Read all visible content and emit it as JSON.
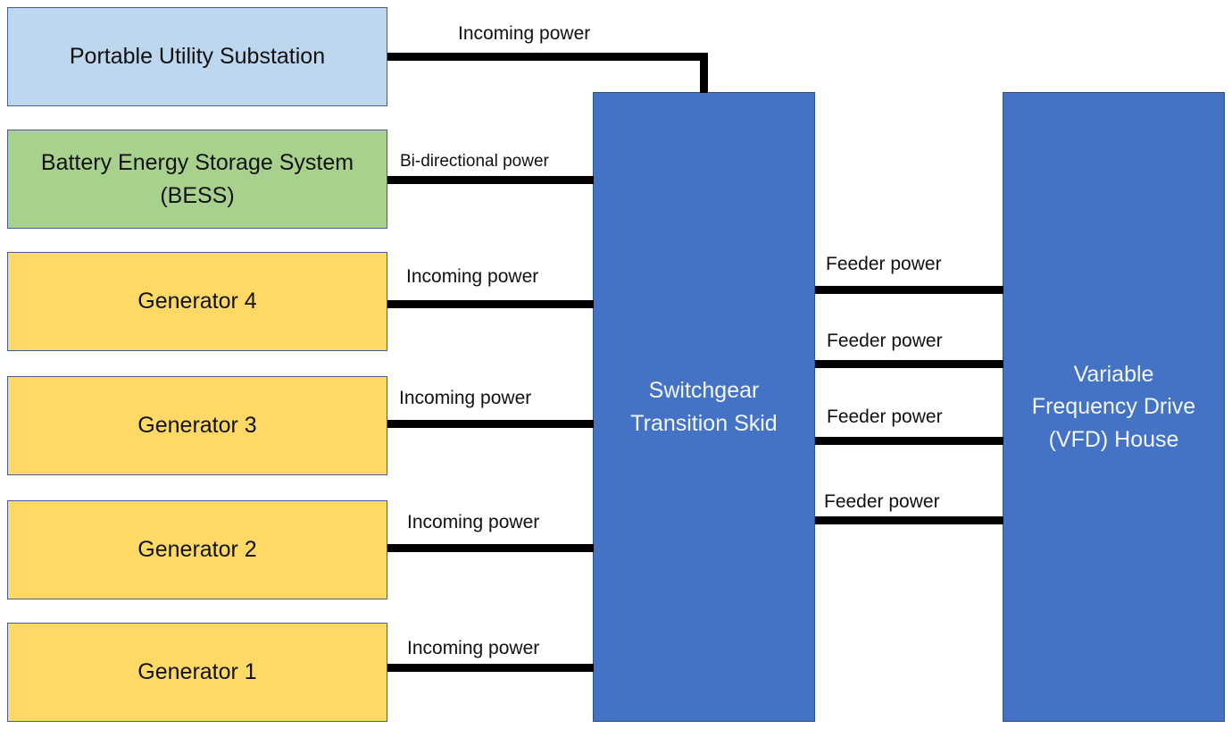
{
  "sources": {
    "substation": {
      "label": "Portable Utility Substation",
      "color": "#bdd7ee"
    },
    "bess": {
      "line1": "Battery Energy Storage System",
      "line2": "(BESS)",
      "color": "#a9d18e"
    },
    "generators": [
      {
        "label": "Generator 4",
        "color": "#ffd966"
      },
      {
        "label": "Generator 3",
        "color": "#ffd966"
      },
      {
        "label": "Generator 2",
        "color": "#ffd966"
      },
      {
        "label": "Generator 1",
        "color": "#ffd966"
      }
    ]
  },
  "switchgear": {
    "line1": "Switchgear",
    "line2": "Transition Skid",
    "color": "#4472c4"
  },
  "vfd": {
    "line1": "Variable",
    "line2": "Frequency Drive",
    "line3": "(VFD) House",
    "color": "#4472c4"
  },
  "connections": {
    "substation": "Incoming power",
    "bess": "Bi-directional power",
    "generators": [
      "Incoming power",
      "Incoming power",
      "Incoming power",
      "Incoming power"
    ],
    "feeders": [
      "Feeder power",
      "Feeder power",
      "Feeder power",
      "Feeder power"
    ]
  }
}
